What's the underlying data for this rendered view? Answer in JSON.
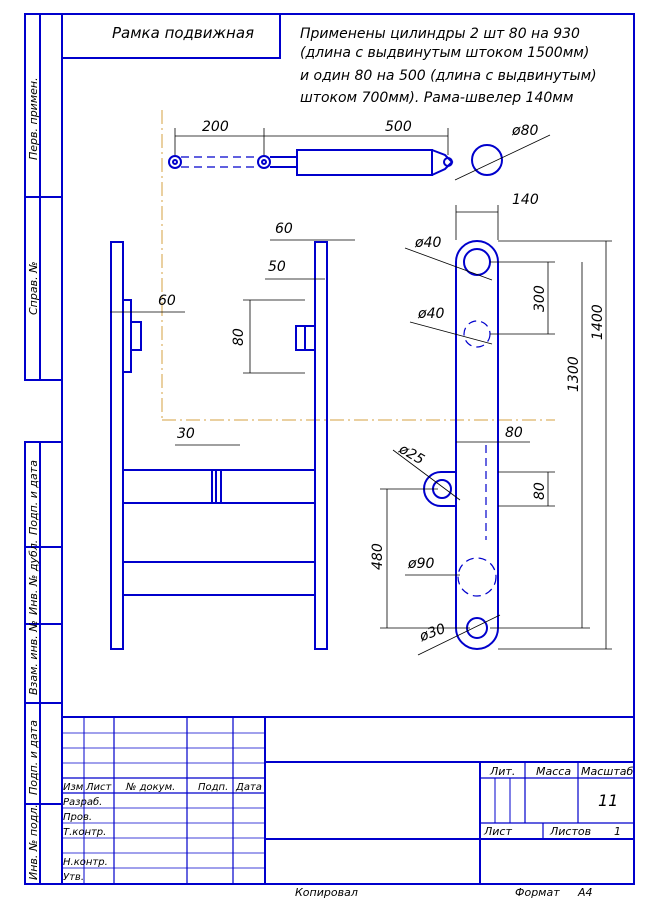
{
  "title_box": "Рамка подвижная",
  "note_lines": [
    "Применены цилиндры 2 шт 80 на 930",
    "(длина с выдвинутым штоком 1500мм)",
    "и один 80 на 500 (длина с выдвинутым)",
    "штоком 700мм). Рама-швелер 140мм"
  ],
  "side_labels": [
    "Перв. примен.",
    "Справ. №",
    "Подп. и дата",
    "Инв. № дубл.",
    "Взам. инв. №",
    "Подп. и дата",
    "Инв. № подл."
  ],
  "dims": {
    "cyl_200": "200",
    "cyl_500": "500",
    "d80": "ø80",
    "w140": "140",
    "d40a": "ø40",
    "d40b": "ø40",
    "d300": "300",
    "d1400": "1400",
    "d1300": "1300",
    "d80b": "80",
    "d80c": "80",
    "d25": "ø25",
    "d480": "480",
    "d90": "ø90",
    "d30": "ø30",
    "left60": "60",
    "top60": "60",
    "d50": "50",
    "d80v": "80",
    "d30h": "30"
  },
  "stamp": {
    "col_izm": "Изм",
    "col_list": "Лист",
    "col_doc": "№ докум.",
    "col_podp": "Подп.",
    "col_data": "Дата",
    "row_razrab": "Разраб.",
    "row_prov": "Пров.",
    "row_tkontr": "Т.контр.",
    "row_nkontr": "Н.контр.",
    "row_utv": "Утв.",
    "lit": "Лит.",
    "massa": "Масса",
    "masshtab": "Масштаб",
    "scale_value": "11",
    "list": "Лист",
    "listov": "Листов",
    "listov_value": "1"
  },
  "footer": {
    "kopiroval": "Копировал",
    "format": "Формат",
    "format_value": "A4"
  }
}
